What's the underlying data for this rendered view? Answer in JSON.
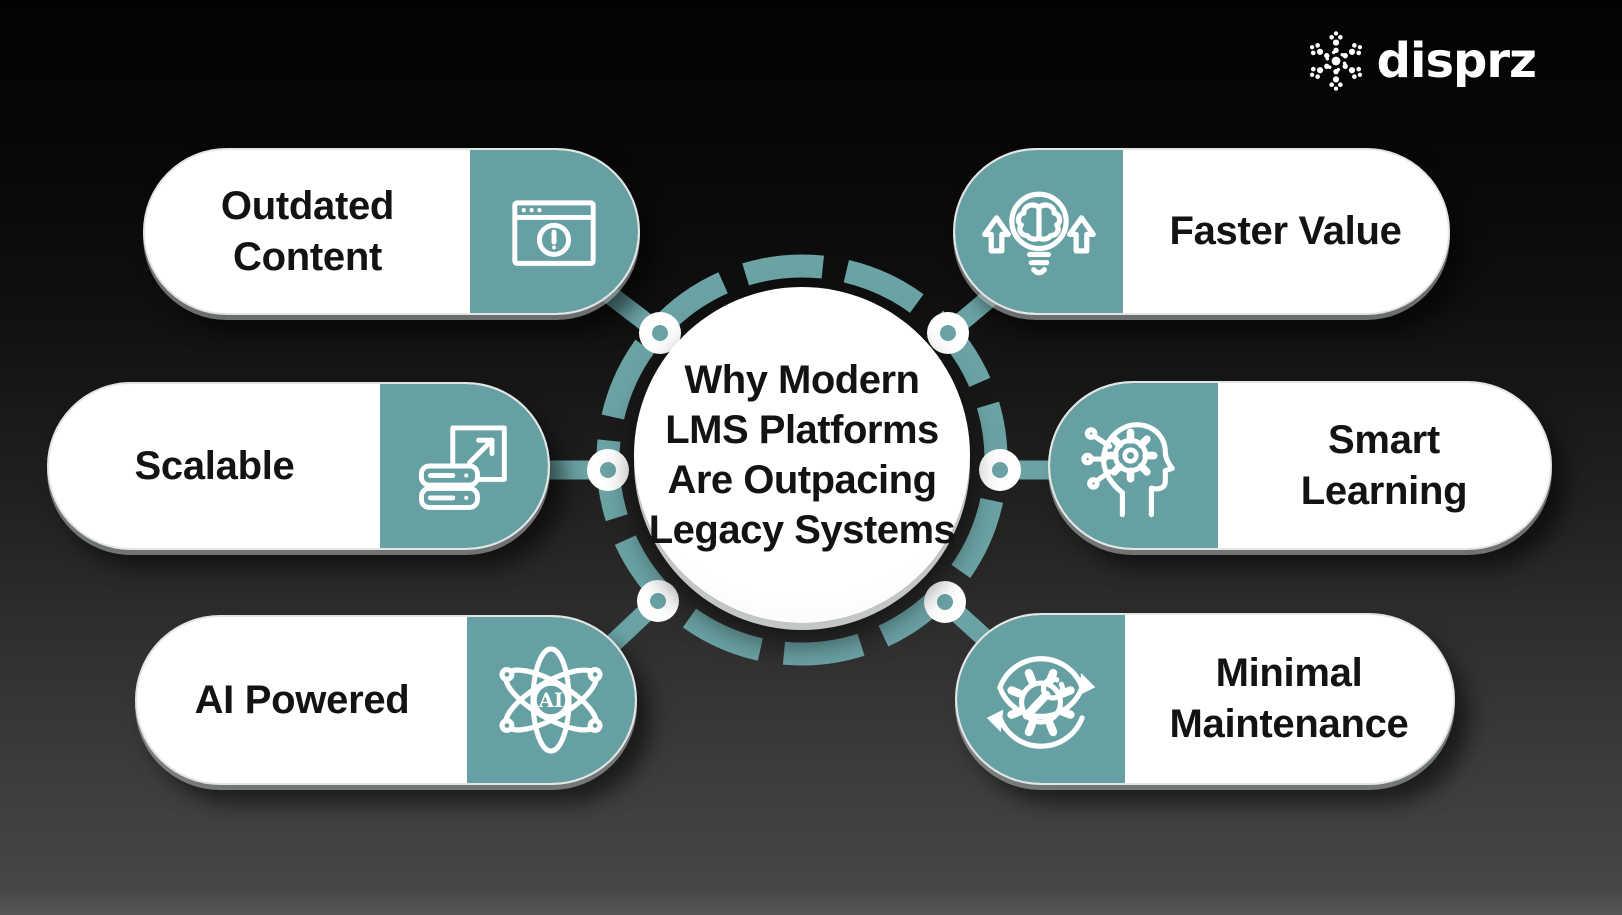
{
  "brand": {
    "wordmark": "disprz",
    "logo_icon": "snowflake-dots-icon"
  },
  "center": {
    "lines": [
      "Why Modern",
      "LMS Platforms",
      "Are Outpacing",
      "Legacy Systems"
    ]
  },
  "items": [
    {
      "id": "outdated-content",
      "side": "left",
      "lines": [
        "Outdated",
        "Content"
      ],
      "icon": "browser-warning-icon"
    },
    {
      "id": "scalable",
      "side": "left",
      "lines": [
        "Scalable"
      ],
      "icon": "server-scale-icon"
    },
    {
      "id": "ai-powered",
      "side": "left",
      "lines": [
        "AI Powered"
      ],
      "icon": "ai-atom-icon",
      "icon_text": "AI"
    },
    {
      "id": "faster-value",
      "side": "right",
      "lines": [
        "Faster Value"
      ],
      "icon": "bulb-brain-growth-icon"
    },
    {
      "id": "smart-learning",
      "side": "right",
      "lines": [
        "Smart",
        "Learning"
      ],
      "icon": "head-gear-icon"
    },
    {
      "id": "minimal-maintenance",
      "side": "right",
      "lines": [
        "Minimal",
        "Maintenance"
      ],
      "icon": "gear-wrench-cycle-icon"
    }
  ],
  "colors": {
    "accent_teal": "#67a0a3",
    "ring_teal": "#6ba3a5",
    "background_top": "#030303",
    "background_bottom": "#575757",
    "card_white": "#ffffff",
    "text_dark": "#131313"
  }
}
